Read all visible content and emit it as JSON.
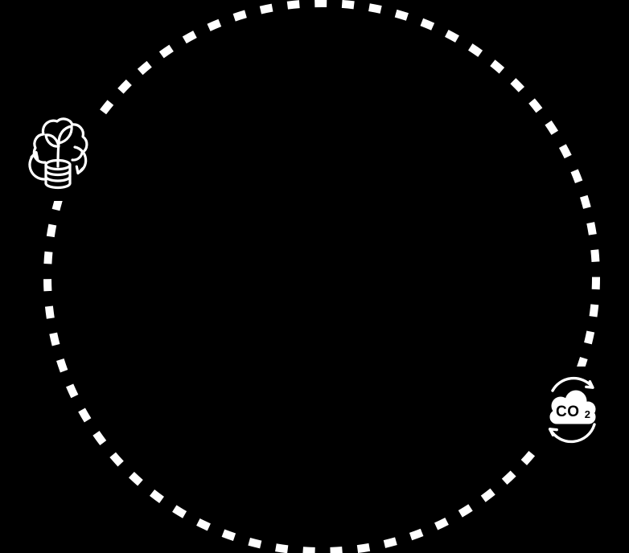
{
  "scene": {
    "type": "circular-cycle-diagram",
    "background_color": "#000000",
    "stroke_color": "#ffffff"
  },
  "cycle_ring": {
    "style": "dashed",
    "color": "#ffffff"
  },
  "nodes": {
    "plant_growth": {
      "icon": "cloud-sprout-coins-cycle-icon",
      "position": "upper-left"
    },
    "co2": {
      "icon": "co2-cloud-cycle-icon",
      "label_main": "CO",
      "label_sub": "2",
      "text_color": "#000000",
      "position": "lower-right"
    }
  }
}
